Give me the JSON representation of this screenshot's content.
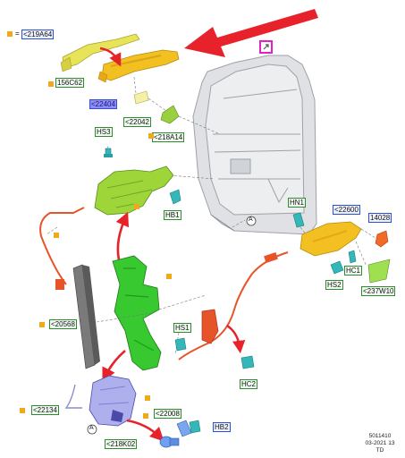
{
  "legend": {
    "equals": "=",
    "ref": "<219A64"
  },
  "labels": {
    "l156c62": "156C62",
    "l22404": "<22404",
    "l22042": "<22042",
    "l218a14": "<218A14",
    "hs3": "HS3",
    "hb1": "HB1",
    "a1": "A",
    "hn1": "HN1",
    "l22600": "<22600",
    "l14028": "14028",
    "hc1": "HC1",
    "hs2": "HS2",
    "l237w10": "<237W10",
    "l20568": "<20568",
    "hs1": "HS1",
    "hc2": "HC2",
    "l22134": "<22134",
    "l22008": "<22008",
    "a2": "A",
    "hb2": "HB2",
    "l218k02": "<218K02"
  },
  "footer": {
    "line1": "5011410",
    "line2": "03-2021 13",
    "line3": "TD"
  },
  "colors": {
    "highlight_arrow": "#e8222a",
    "door_frame": "#d6d8dc",
    "handle_yellow": "#f2c020",
    "latch_green": "#9ed63a",
    "carrier_green": "#38c830",
    "rail_gray": "#7a7a7a",
    "actuator_blue": "#aeb0ee",
    "cable_orange": "#e8542a",
    "teal_clip": "#33b7b8"
  }
}
